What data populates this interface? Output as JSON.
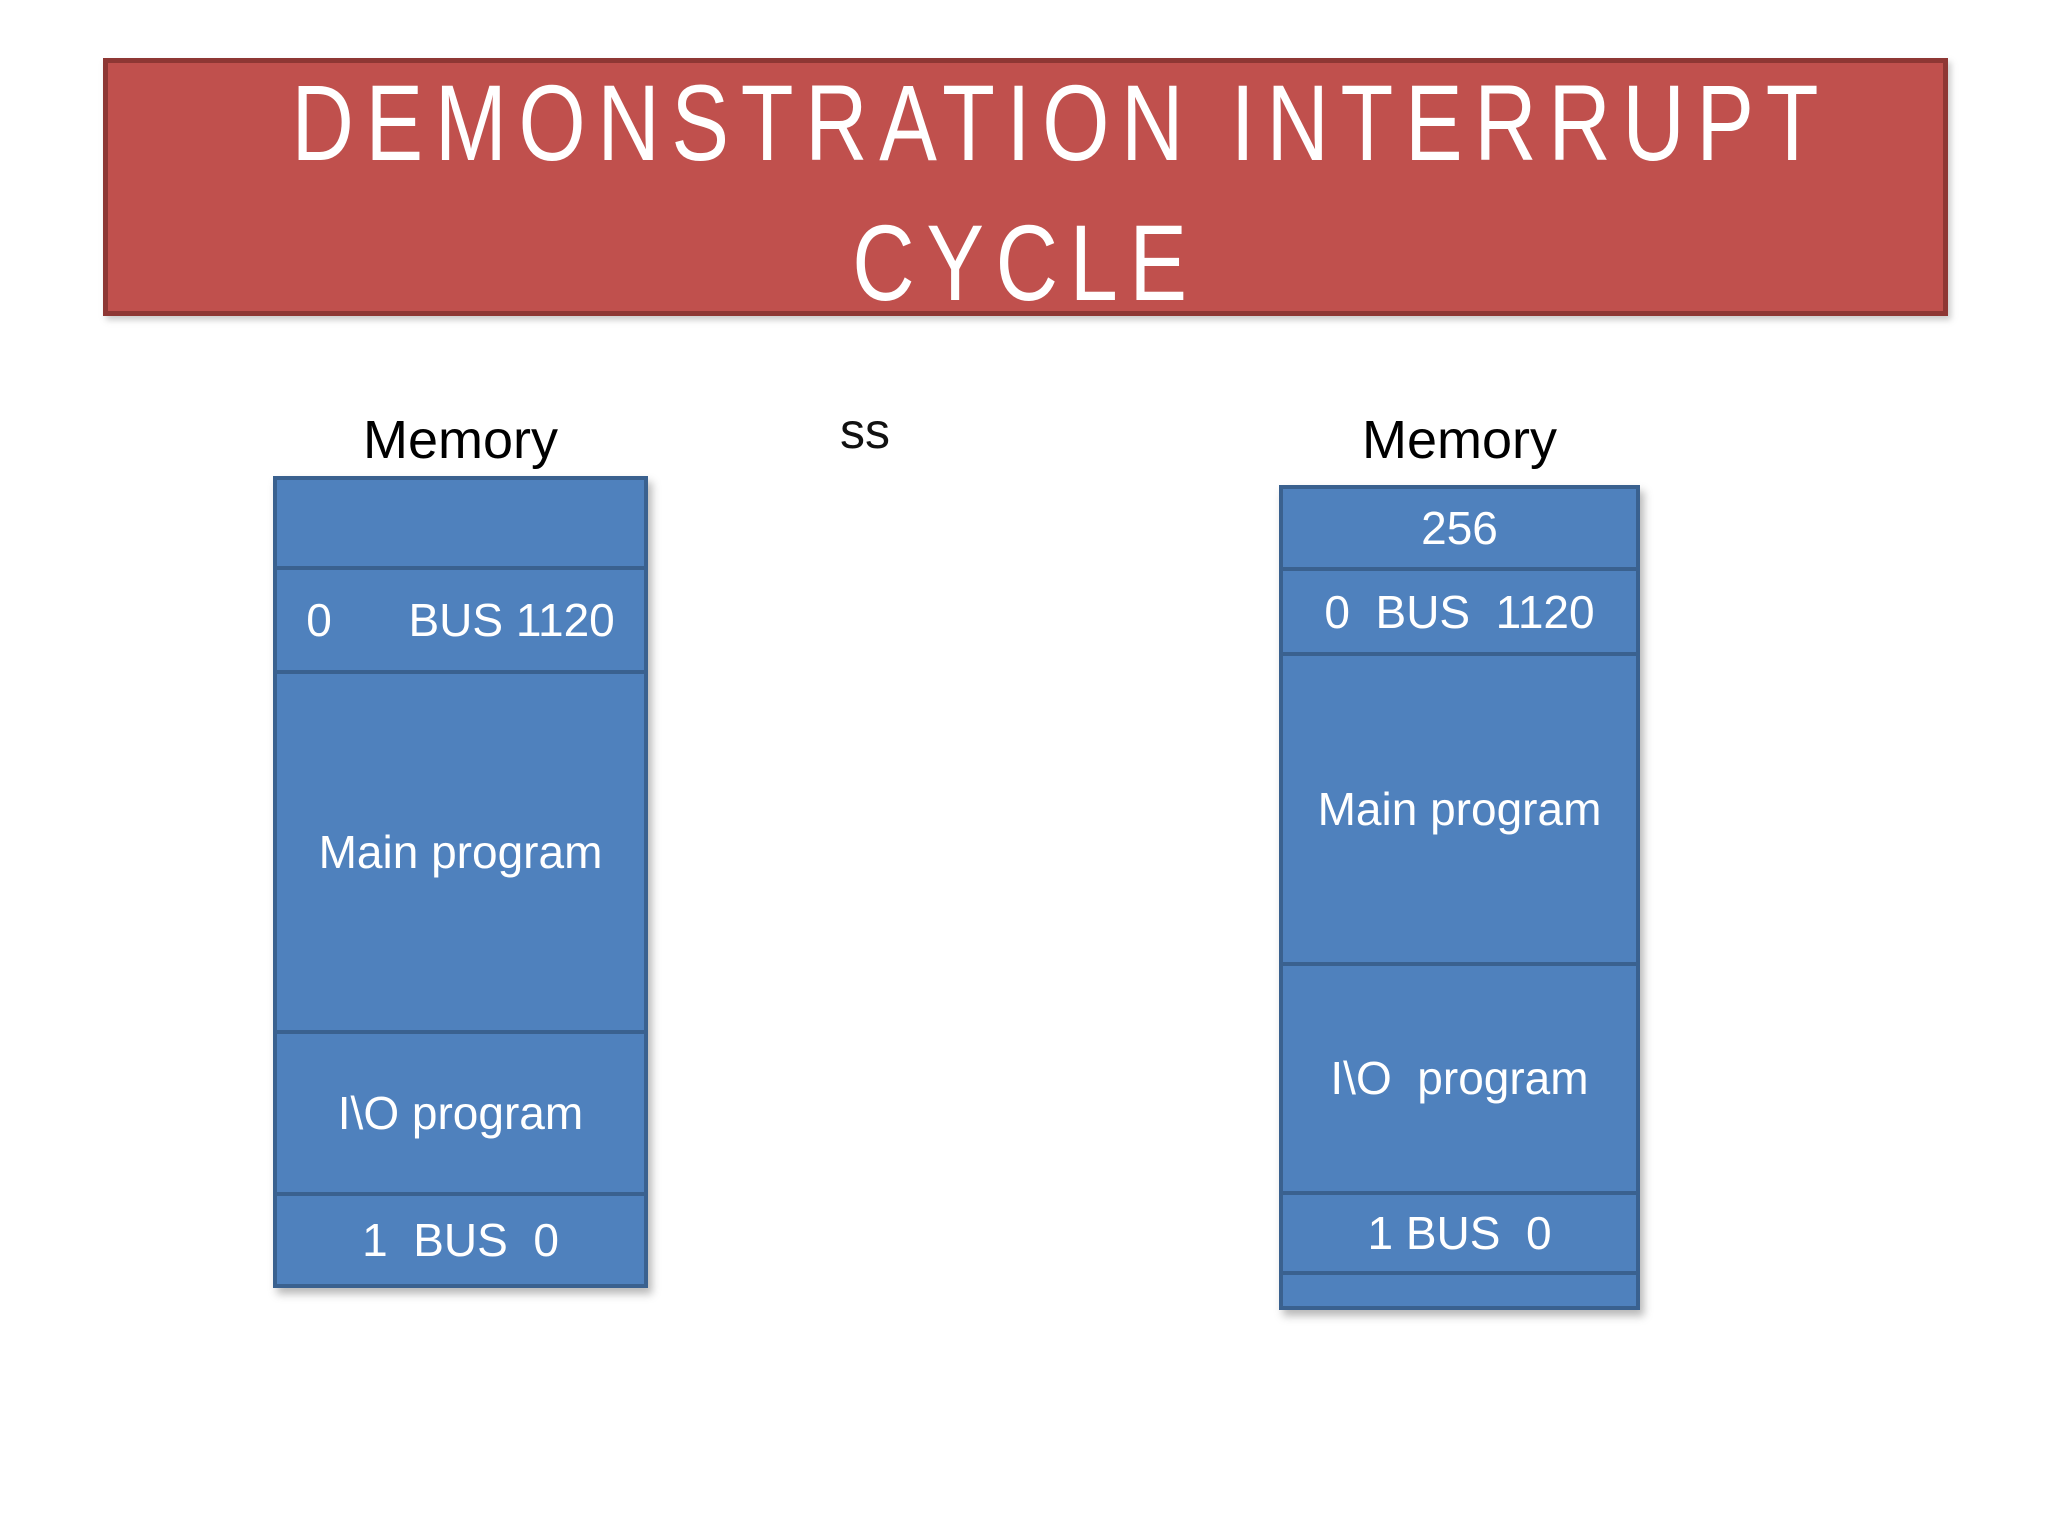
{
  "title": {
    "line1": "DEMONSTRATION INTERRUPT",
    "line2": "CYCLE"
  },
  "middle_label": "ss",
  "left_diagram": {
    "heading": "Memory",
    "rows": [
      {
        "label": ""
      },
      {
        "label": "0      BUS 1120"
      },
      {
        "label": "Main program"
      },
      {
        "label": "I\\O program"
      },
      {
        "label": "1  BUS  0"
      }
    ]
  },
  "right_diagram": {
    "heading": "Memory",
    "rows": [
      {
        "label": "256"
      },
      {
        "label": "0  BUS  1120"
      },
      {
        "label": "Main program"
      },
      {
        "label": "I\\O  program"
      },
      {
        "label": "1 BUS  0"
      },
      {
        "label": ""
      }
    ]
  },
  "colors": {
    "banner_fill": "#C0504D",
    "banner_border": "#8E3734",
    "box_fill": "#4F81BD",
    "box_border": "#3A618F",
    "title_text": "#FFFFFF",
    "box_text": "#FFFFFF",
    "label_text": "#000000"
  }
}
